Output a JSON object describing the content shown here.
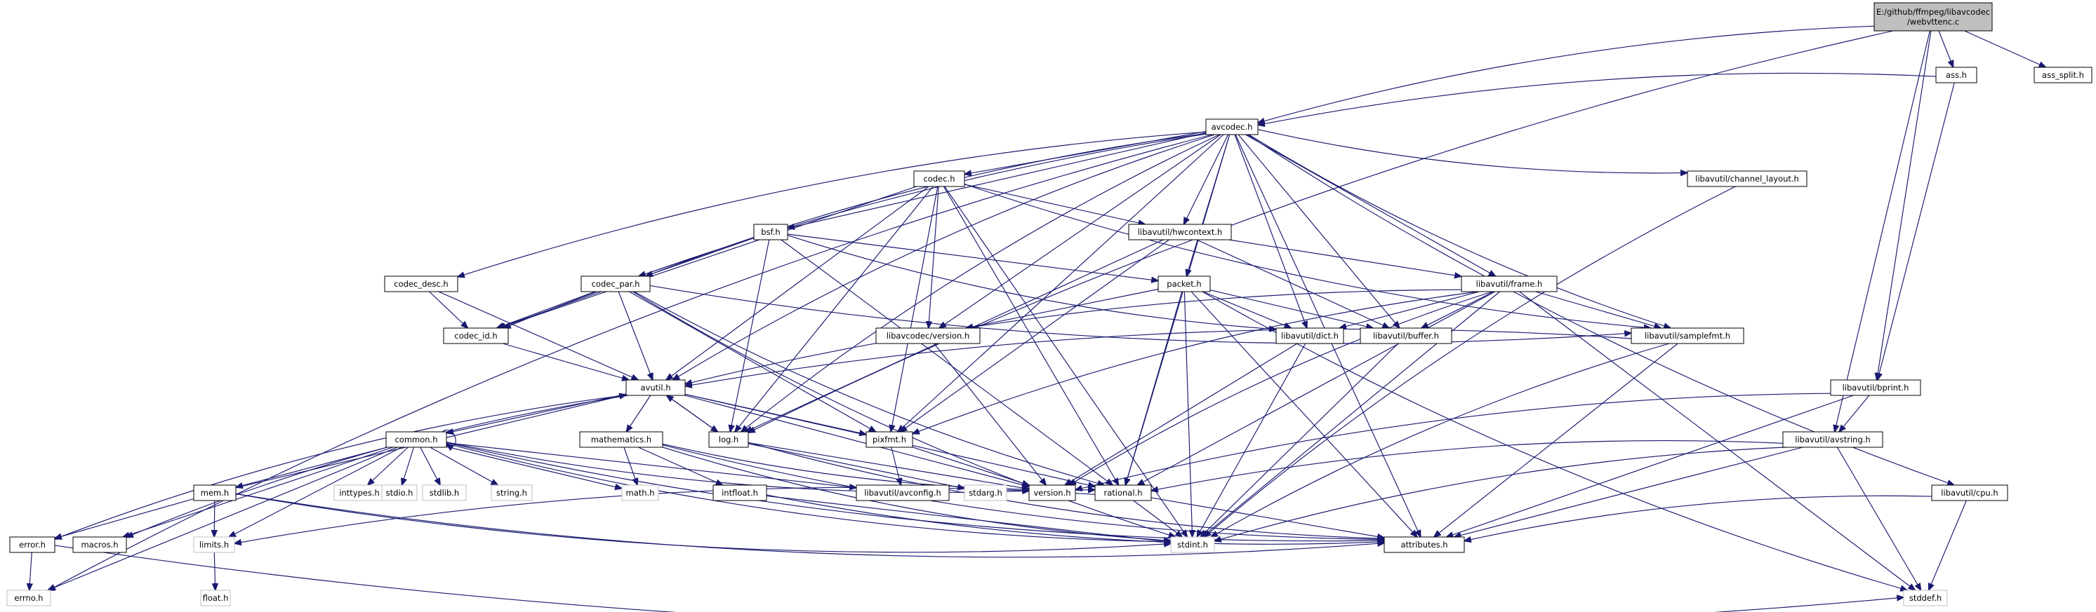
{
  "graph": {
    "edge_color": "#191970",
    "root_fill": "#bfbfbf",
    "nodes": [
      {
        "id": "root",
        "lines": [
          "E:/github/ffmpeg/libavcodec",
          "/webvttenc.c"
        ],
        "kind": "root"
      },
      {
        "id": "ass",
        "lines": [
          "ass.h"
        ],
        "kind": "int"
      },
      {
        "id": "ass_split",
        "lines": [
          "ass_split.h"
        ],
        "kind": "int"
      },
      {
        "id": "avcodec",
        "lines": [
          "avcodec.h"
        ],
        "kind": "int"
      },
      {
        "id": "codec",
        "lines": [
          "codec.h"
        ],
        "kind": "int"
      },
      {
        "id": "channel_layout",
        "lines": [
          "libavutil/channel_layout.h"
        ],
        "kind": "int"
      },
      {
        "id": "bsf",
        "lines": [
          "bsf.h"
        ],
        "kind": "int"
      },
      {
        "id": "hwcontext",
        "lines": [
          "libavutil/hwcontext.h"
        ],
        "kind": "int"
      },
      {
        "id": "codec_desc",
        "lines": [
          "codec_desc.h"
        ],
        "kind": "int"
      },
      {
        "id": "codec_par",
        "lines": [
          "codec_par.h"
        ],
        "kind": "int"
      },
      {
        "id": "packet",
        "lines": [
          "packet.h"
        ],
        "kind": "int"
      },
      {
        "id": "frame",
        "lines": [
          "libavutil/frame.h"
        ],
        "kind": "int"
      },
      {
        "id": "codec_id",
        "lines": [
          "codec_id.h"
        ],
        "kind": "int"
      },
      {
        "id": "avc_version",
        "lines": [
          "libavcodec/version.h"
        ],
        "kind": "int"
      },
      {
        "id": "dict",
        "lines": [
          "libavutil/dict.h"
        ],
        "kind": "int"
      },
      {
        "id": "buffer",
        "lines": [
          "libavutil/buffer.h"
        ],
        "kind": "int"
      },
      {
        "id": "samplefmt",
        "lines": [
          "libavutil/samplefmt.h"
        ],
        "kind": "int"
      },
      {
        "id": "avutil",
        "lines": [
          "avutil.h"
        ],
        "kind": "int"
      },
      {
        "id": "bprint",
        "lines": [
          "libavutil/bprint.h"
        ],
        "kind": "int"
      },
      {
        "id": "common",
        "lines": [
          "common.h"
        ],
        "kind": "int"
      },
      {
        "id": "mathematics",
        "lines": [
          "mathematics.h"
        ],
        "kind": "int"
      },
      {
        "id": "log",
        "lines": [
          "log.h"
        ],
        "kind": "int"
      },
      {
        "id": "pixfmt",
        "lines": [
          "pixfmt.h"
        ],
        "kind": "int"
      },
      {
        "id": "avstring",
        "lines": [
          "libavutil/avstring.h"
        ],
        "kind": "int"
      },
      {
        "id": "mem",
        "lines": [
          "mem.h"
        ],
        "kind": "int"
      },
      {
        "id": "inttypes",
        "lines": [
          "inttypes.h"
        ],
        "kind": "ext"
      },
      {
        "id": "stdio",
        "lines": [
          "stdio.h"
        ],
        "kind": "ext"
      },
      {
        "id": "stdlib",
        "lines": [
          "stdlib.h"
        ],
        "kind": "ext"
      },
      {
        "id": "string",
        "lines": [
          "string.h"
        ],
        "kind": "ext"
      },
      {
        "id": "math",
        "lines": [
          "math.h"
        ],
        "kind": "ext"
      },
      {
        "id": "intfloat",
        "lines": [
          "intfloat.h"
        ],
        "kind": "int"
      },
      {
        "id": "avconfig",
        "lines": [
          "libavutil/avconfig.h"
        ],
        "kind": "int"
      },
      {
        "id": "stdarg",
        "lines": [
          "stdarg.h"
        ],
        "kind": "ext"
      },
      {
        "id": "version",
        "lines": [
          "version.h"
        ],
        "kind": "int"
      },
      {
        "id": "rational",
        "lines": [
          "rational.h"
        ],
        "kind": "int"
      },
      {
        "id": "cpu",
        "lines": [
          "libavutil/cpu.h"
        ],
        "kind": "int"
      },
      {
        "id": "error",
        "lines": [
          "error.h"
        ],
        "kind": "int"
      },
      {
        "id": "macros",
        "lines": [
          "macros.h"
        ],
        "kind": "int"
      },
      {
        "id": "limits",
        "lines": [
          "limits.h"
        ],
        "kind": "ext"
      },
      {
        "id": "stdint",
        "lines": [
          "stdint.h"
        ],
        "kind": "ext"
      },
      {
        "id": "attributes",
        "lines": [
          "attributes.h"
        ],
        "kind": "int"
      },
      {
        "id": "float",
        "lines": [
          "float.h"
        ],
        "kind": "ext"
      },
      {
        "id": "errno",
        "lines": [
          "errno.h"
        ],
        "kind": "ext"
      },
      {
        "id": "stddef",
        "lines": [
          "stddef.h"
        ],
        "kind": "ext"
      }
    ],
    "edges": [
      [
        "root",
        "ass"
      ],
      [
        "root",
        "ass_split"
      ],
      [
        "root",
        "avcodec"
      ],
      [
        "root",
        "bprint"
      ],
      [
        "root",
        "avstring"
      ],
      [
        "root",
        "log"
      ],
      [
        "ass",
        "avcodec"
      ],
      [
        "ass",
        "bprint"
      ],
      [
        "avcodec",
        "codec"
      ],
      [
        "avcodec",
        "channel_layout"
      ],
      [
        "avcodec",
        "bsf"
      ],
      [
        "avcodec",
        "hwcontext"
      ],
      [
        "avcodec",
        "codec_desc"
      ],
      [
        "avcodec",
        "codec_par"
      ],
      [
        "avcodec",
        "packet"
      ],
      [
        "avcodec",
        "frame"
      ],
      [
        "avcodec",
        "codec_id"
      ],
      [
        "avcodec",
        "avc_version"
      ],
      [
        "avcodec",
        "dict"
      ],
      [
        "avcodec",
        "buffer"
      ],
      [
        "avcodec",
        "samplefmt"
      ],
      [
        "avcodec",
        "avutil"
      ],
      [
        "avcodec",
        "pixfmt"
      ],
      [
        "avcodec",
        "cpu"
      ],
      [
        "avcodec",
        "log"
      ],
      [
        "avcodec",
        "rational"
      ],
      [
        "avcodec",
        "attributes"
      ],
      [
        "avcodec",
        "errno"
      ],
      [
        "codec",
        "hwcontext"
      ],
      [
        "codec",
        "codec_id"
      ],
      [
        "codec",
        "avc_version"
      ],
      [
        "codec",
        "avutil"
      ],
      [
        "codec",
        "log"
      ],
      [
        "codec",
        "pixfmt"
      ],
      [
        "codec",
        "rational"
      ],
      [
        "codec",
        "samplefmt"
      ],
      [
        "codec",
        "stdint"
      ],
      [
        "channel_layout",
        "stdint"
      ],
      [
        "bsf",
        "codec_id"
      ],
      [
        "bsf",
        "codec_par"
      ],
      [
        "bsf",
        "packet"
      ],
      [
        "bsf",
        "dict"
      ],
      [
        "bsf",
        "log"
      ],
      [
        "bsf",
        "rational"
      ],
      [
        "hwcontext",
        "frame"
      ],
      [
        "hwcontext",
        "buffer"
      ],
      [
        "hwcontext",
        "pixfmt"
      ],
      [
        "hwcontext",
        "log"
      ],
      [
        "codec_desc",
        "codec_id"
      ],
      [
        "codec_desc",
        "avutil"
      ],
      [
        "codec_par",
        "codec_id"
      ],
      [
        "codec_par",
        "avutil"
      ],
      [
        "codec_par",
        "pixfmt"
      ],
      [
        "codec_par",
        "rational"
      ],
      [
        "codec_par",
        "stdint"
      ],
      [
        "codec_par",
        "samplefmt"
      ],
      [
        "packet",
        "avc_version"
      ],
      [
        "packet",
        "dict"
      ],
      [
        "packet",
        "buffer"
      ],
      [
        "packet",
        "attributes"
      ],
      [
        "packet",
        "rational"
      ],
      [
        "packet",
        "stdint"
      ],
      [
        "packet",
        "stddef"
      ],
      [
        "frame",
        "avutil"
      ],
      [
        "frame",
        "dict"
      ],
      [
        "frame",
        "buffer"
      ],
      [
        "frame",
        "samplefmt"
      ],
      [
        "frame",
        "pixfmt"
      ],
      [
        "frame",
        "rational"
      ],
      [
        "frame",
        "stdint"
      ],
      [
        "frame",
        "stddef"
      ],
      [
        "frame",
        "version"
      ],
      [
        "codec_id",
        "avutil"
      ],
      [
        "avc_version",
        "version"
      ],
      [
        "dict",
        "stdint"
      ],
      [
        "dict",
        "version"
      ],
      [
        "buffer",
        "stdint"
      ],
      [
        "samplefmt",
        "avutil"
      ],
      [
        "samplefmt",
        "attributes"
      ],
      [
        "samplefmt",
        "stdint"
      ],
      [
        "avutil",
        "common"
      ],
      [
        "avutil",
        "mathematics"
      ],
      [
        "avutil",
        "log"
      ],
      [
        "avutil",
        "pixfmt"
      ],
      [
        "avutil",
        "rational"
      ],
      [
        "avutil",
        "version"
      ],
      [
        "avutil",
        "macros"
      ],
      [
        "avutil",
        "error"
      ],
      [
        "bprint",
        "avstring"
      ],
      [
        "bprint",
        "attributes"
      ],
      [
        "bprint",
        "version"
      ],
      [
        "common",
        "common"
      ],
      [
        "common",
        "inttypes"
      ],
      [
        "common",
        "stdio"
      ],
      [
        "common",
        "stdlib"
      ],
      [
        "common",
        "string"
      ],
      [
        "common",
        "math"
      ],
      [
        "common",
        "mem"
      ],
      [
        "common",
        "avconfig"
      ],
      [
        "common",
        "attributes"
      ],
      [
        "common",
        "macros"
      ],
      [
        "common",
        "limits"
      ],
      [
        "common",
        "stdint"
      ],
      [
        "common",
        "errno"
      ],
      [
        "common",
        "version"
      ],
      [
        "mathematics",
        "math"
      ],
      [
        "mathematics",
        "intfloat"
      ],
      [
        "mathematics",
        "rational"
      ],
      [
        "mathematics",
        "attributes"
      ],
      [
        "mathematics",
        "stdint"
      ],
      [
        "log",
        "stdarg"
      ],
      [
        "log",
        "avutil"
      ],
      [
        "log",
        "attributes"
      ],
      [
        "log",
        "version"
      ],
      [
        "pixfmt",
        "avconfig"
      ],
      [
        "pixfmt",
        "version"
      ],
      [
        "avstring",
        "attributes"
      ],
      [
        "avstring",
        "stdint"
      ],
      [
        "avstring",
        "stddef"
      ],
      [
        "avstring",
        "rational"
      ],
      [
        "mem",
        "error"
      ],
      [
        "mem",
        "attributes"
      ],
      [
        "mem",
        "limits"
      ],
      [
        "mem",
        "stdint"
      ],
      [
        "mem",
        "avutil"
      ],
      [
        "intfloat",
        "attributes"
      ],
      [
        "intfloat",
        "stdint"
      ],
      [
        "rational",
        "attributes"
      ],
      [
        "rational",
        "limits"
      ],
      [
        "rational",
        "stdint"
      ],
      [
        "cpu",
        "attributes"
      ],
      [
        "cpu",
        "stddef"
      ],
      [
        "error",
        "errno"
      ],
      [
        "error",
        "stddef"
      ],
      [
        "limits",
        "float"
      ]
    ]
  }
}
